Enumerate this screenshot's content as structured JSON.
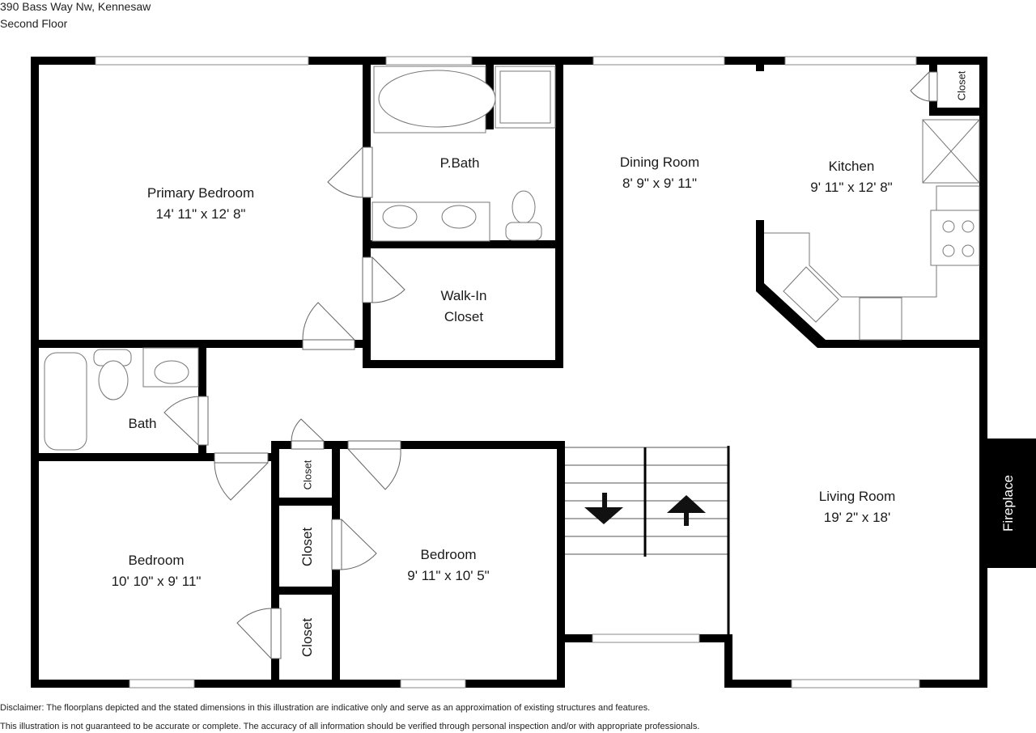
{
  "header": {
    "address": "390 Bass Way Nw, Kennesaw",
    "floor": "Second Floor"
  },
  "rooms": {
    "primary_bedroom": {
      "name": "Primary Bedroom",
      "dims": "14' 11\" x 12' 8\""
    },
    "p_bath": {
      "name": "P.Bath"
    },
    "walk_in_closet": {
      "name": "Walk-In",
      "name2": "Closet"
    },
    "dining_room": {
      "name": "Dining Room",
      "dims": "8' 9\" x 9' 11\""
    },
    "kitchen": {
      "name": "Kitchen",
      "dims": "9' 11\" x 12' 8\""
    },
    "kitchen_closet": {
      "name": "Closet"
    },
    "bath": {
      "name": "Bath"
    },
    "bedroom_1": {
      "name": "Bedroom",
      "dims": "10' 10\" x 9' 11\""
    },
    "bedroom_2": {
      "name": "Bedroom",
      "dims": "9' 11\" x 10' 5\""
    },
    "closet_a": {
      "name": "Closet"
    },
    "closet_b": {
      "name": "Closet"
    },
    "closet_c": {
      "name": "Closet"
    },
    "living_room": {
      "name": "Living Room",
      "dims": "19' 2\" x 18'"
    },
    "fireplace": {
      "name": "Fireplace"
    }
  },
  "disclaimer": {
    "line1": "Disclaimer: The floorplans depicted and the stated dimensions in this illustration are indicative only and serve as an approximation of existing structures and features.",
    "line2": "This illustration is not guaranteed to be accurate or complete. The accuracy of all information should be verified through personal inspection and/or with appropriate professionals."
  },
  "colors": {
    "wall": "#000000",
    "fixture": "#555555",
    "window": "#ffffff",
    "text": "#1a1a1a"
  }
}
